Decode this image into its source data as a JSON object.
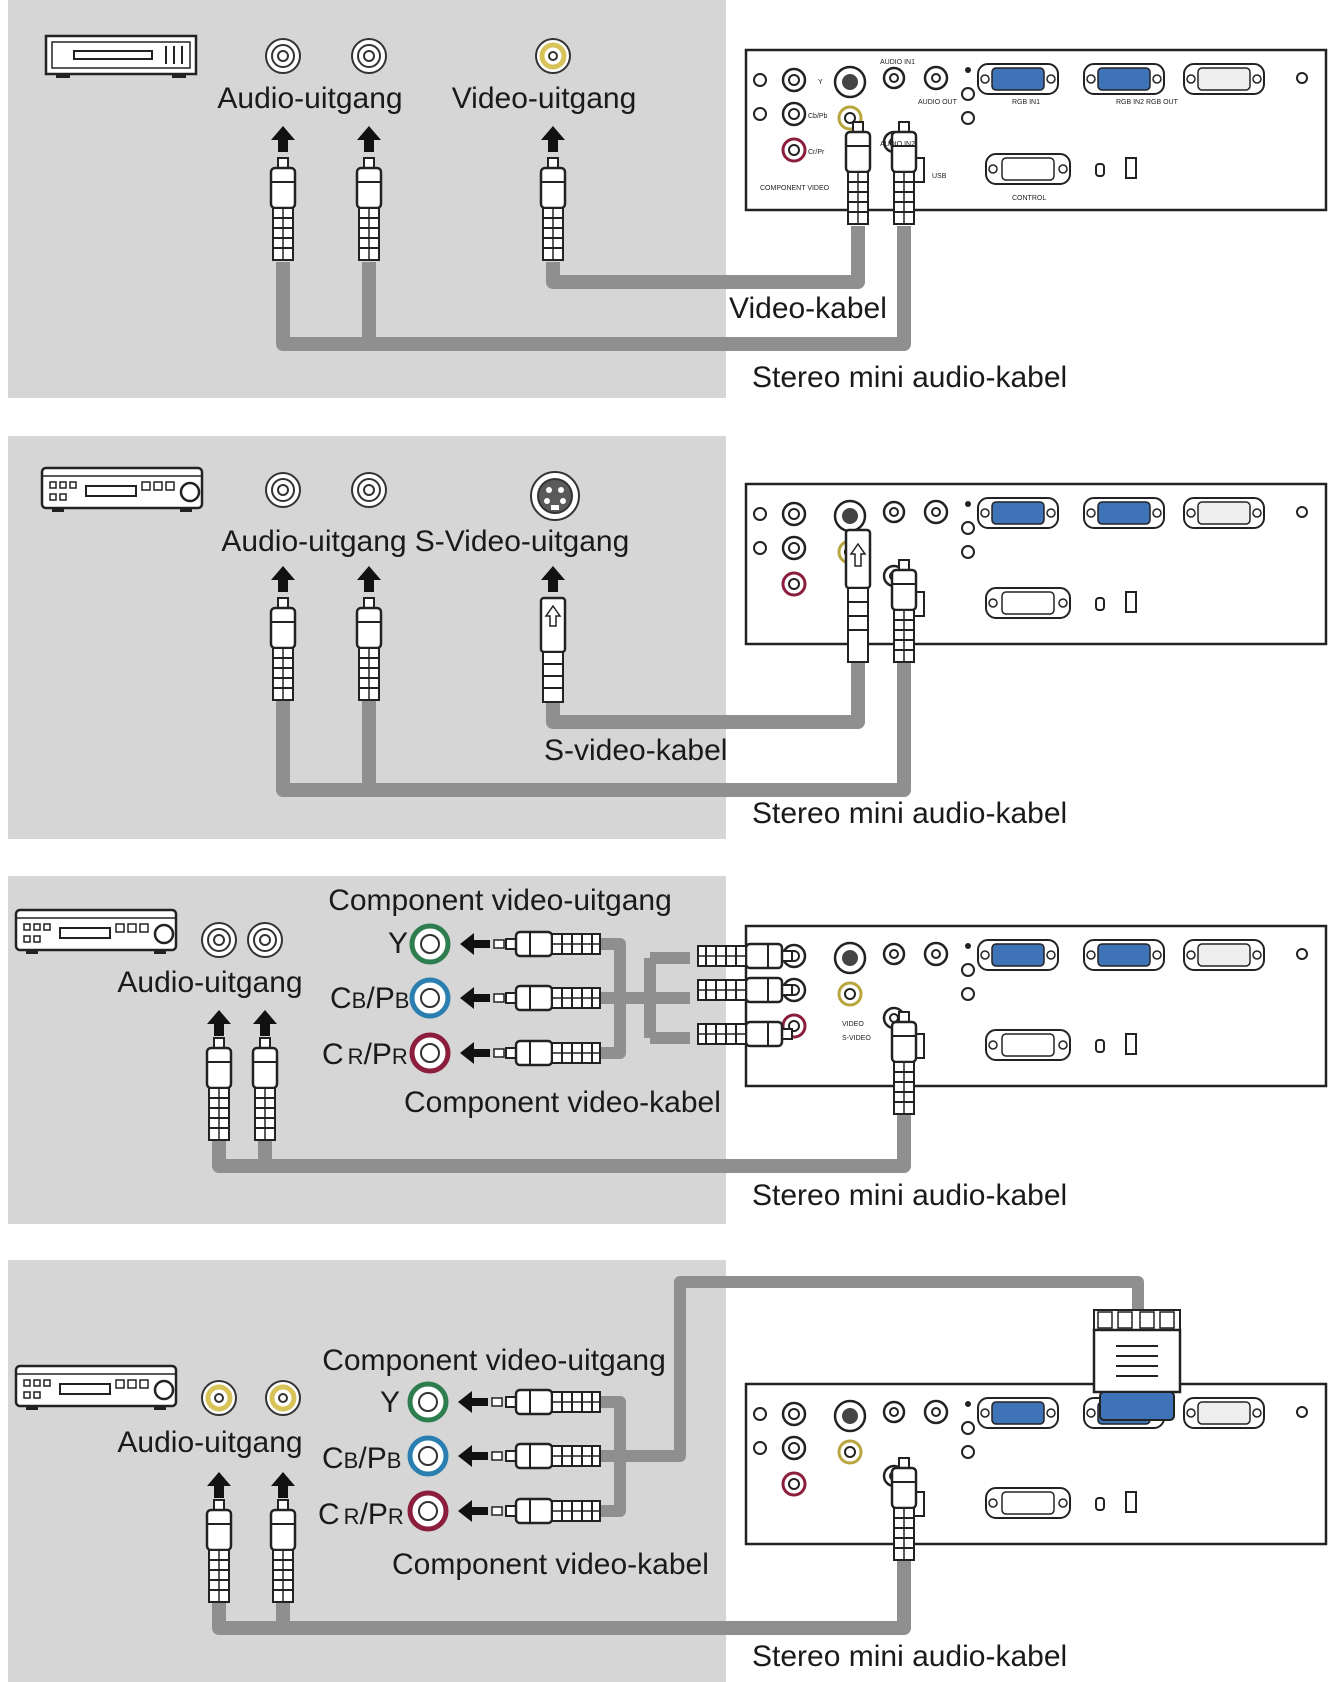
{
  "panels": [
    {
      "labels": {
        "audio_out": "Audio-uitgang",
        "video_out": "Video-uitgang",
        "video_cable": "Video-kabel",
        "audio_cable": "Stereo mini audio-kabel"
      }
    },
    {
      "labels": {
        "audio_out": "Audio-uitgang",
        "svideo_out": "S-Video-uitgang",
        "svideo_cable": "S-video-kabel",
        "audio_cable": "Stereo mini audio-kabel"
      }
    },
    {
      "labels": {
        "component_out": "Component video-uitgang",
        "audio_out": "Audio-uitgang",
        "y": "Y",
        "cb_main": "C",
        "cb_sub": "B",
        "cb_sep": "/P",
        "cb_sub2": "B",
        "cr_main": "C",
        "cr_sub": "R",
        "cr_sep": "/P",
        "cr_sub2": "R",
        "component_cable": "Component video-kabel",
        "audio_cable": "Stereo mini audio-kabel"
      }
    },
    {
      "labels": {
        "component_out": "Component video-uitgang",
        "audio_out": "Audio-uitgang",
        "y": "Y",
        "cb_main": "C",
        "cb_sub": "B",
        "cb_sep": "/P",
        "cb_sub2": "B",
        "cr_main": "C",
        "cr_sub": "R",
        "cr_sep": "/P",
        "cr_sub2": "R",
        "component_cable": "Component video-kabel",
        "audio_cable": "Stereo mini audio-kabel"
      }
    }
  ],
  "projector_labels": {
    "audio_in1": "AUDIO IN1",
    "audio_in2": "AUDIO IN2",
    "audio_out": "AUDIO OUT",
    "rgb_in1": "RGB IN1",
    "rgb_in2_out": "RGB IN2 RGB OUT",
    "usb": "USB",
    "control": "CONTROL",
    "component_video": "COMPONENT VIDEO",
    "y": "Y",
    "cb": "Cb/Pb",
    "cr": "Cr/Pr",
    "video": "VIDEO",
    "svideo": "S-VIDEO"
  },
  "colors": {
    "panel_bg": "#d6d6d6",
    "cable": "#8f8f8f",
    "text": "#1a1a1a",
    "yellow_jack": "#d8c35a",
    "green_jack": "#2e7d4f",
    "blue_jack": "#2a7fb0",
    "red_jack": "#8a1e3c",
    "vga_blue": "#3f73b8"
  }
}
